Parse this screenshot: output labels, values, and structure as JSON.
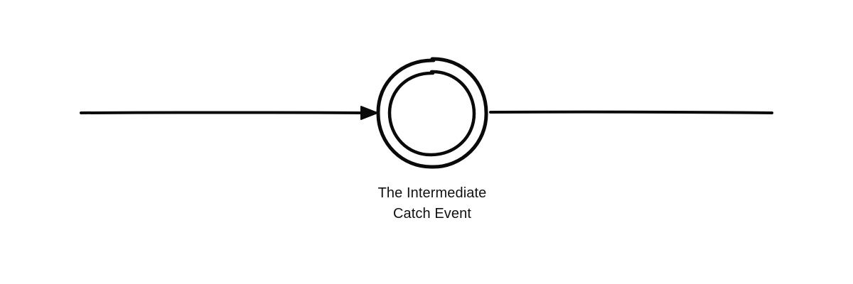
{
  "diagram": {
    "event_label": {
      "line1": "The Intermediate",
      "line2": "Catch Event"
    },
    "stroke_color": "#0a0a0a",
    "background_color": "#ffffff",
    "elements": [
      {
        "type": "sequence-flow",
        "direction": "incoming",
        "arrowhead": true
      },
      {
        "type": "intermediate-catch-event",
        "shape": "double-circle"
      },
      {
        "type": "sequence-flow",
        "direction": "outgoing",
        "arrowhead": false
      }
    ]
  }
}
